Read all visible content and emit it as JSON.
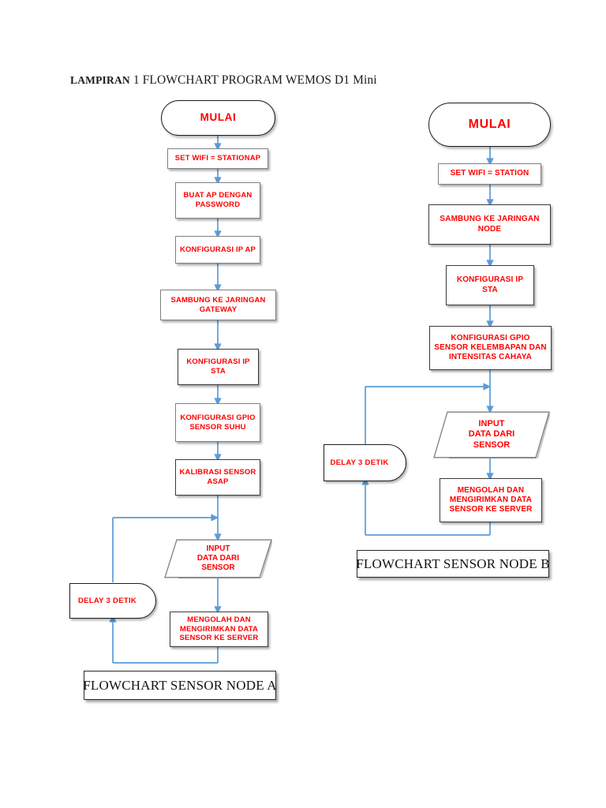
{
  "document": {
    "title_prefix": "LAMPIRAN",
    "title_rest": "1 FLOWCHART PROGRAM WEMOS D1 Mini"
  },
  "colors": {
    "node_text": "#ff0000",
    "connector": "#5b9bd5",
    "node_border_dark": "#1d1d1d",
    "node_border_grey": "#808080",
    "caption_text": "#111111",
    "page_background": "#ffffff"
  },
  "flowchart_a": {
    "caption": "FLOWCHART SENSOR NODE A",
    "nodes": [
      {
        "id": "a-start",
        "shape": "terminator",
        "label": "MULAI"
      },
      {
        "id": "a-setwifi",
        "shape": "process",
        "label": "SET WIFI = STATIONAP"
      },
      {
        "id": "a-buatap",
        "shape": "process",
        "label": "BUAT AP DENGAN PASSWORD"
      },
      {
        "id": "a-ipap",
        "shape": "process",
        "label": "KONFIGURASI IP AP"
      },
      {
        "id": "a-sambung",
        "shape": "process",
        "label": "SAMBUNG KE JARINGAN GATEWAY"
      },
      {
        "id": "a-ipsta",
        "shape": "process",
        "label": "KONFIGURASI IP STA"
      },
      {
        "id": "a-gpio",
        "shape": "process",
        "label": "KONFIGURASI GPIO SENSOR SUHU"
      },
      {
        "id": "a-kalib",
        "shape": "process",
        "label": "KALIBRASI SENSOR ASAP"
      },
      {
        "id": "a-input",
        "shape": "parallelogram",
        "label": "INPUT DATA DARI SENSOR"
      },
      {
        "id": "a-delay",
        "shape": "delay",
        "label": "DELAY 3 DETIK"
      },
      {
        "id": "a-kirim",
        "shape": "process",
        "label": "MENGOLAH DAN MENGIRIMKAN DATA SENSOR KE SERVER"
      }
    ],
    "node_labels": {
      "start": "MULAI",
      "setwifi": "SET WIFI = STATIONAP",
      "buatap_l1": "BUAT AP DENGAN",
      "buatap_l2": "PASSWORD",
      "ipap": "KONFIGURASI IP AP",
      "sambung_l1": "SAMBUNG KE JARINGAN",
      "sambung_l2": "GATEWAY",
      "ipsta_l1": "KONFIGURASI IP",
      "ipsta_l2": "STA",
      "gpio_l1": "KONFIGURASI GPIO",
      "gpio_l2": "SENSOR SUHU",
      "kalib_l1": "KALIBRASI SENSOR",
      "kalib_l2": "ASAP",
      "input_l1": "INPUT",
      "input_l2": "DATA DARI",
      "input_l3": "SENSOR",
      "delay": "DELAY 3 DETIK",
      "kirim_l1": "MENGOLAH DAN",
      "kirim_l2": "MENGIRIMKAN DATA",
      "kirim_l3": "SENSOR KE SERVER"
    }
  },
  "flowchart_b": {
    "caption": "FLOWCHART SENSOR NODE B",
    "nodes": [
      {
        "id": "b-start",
        "shape": "terminator",
        "label": "MULAI"
      },
      {
        "id": "b-setwifi",
        "shape": "process",
        "label": "SET WIFI = STATION"
      },
      {
        "id": "b-sambung",
        "shape": "process",
        "label": "SAMBUNG KE JARINGAN NODE"
      },
      {
        "id": "b-ipsta",
        "shape": "process",
        "label": "KONFIGURASI IP STA"
      },
      {
        "id": "b-gpio",
        "shape": "process",
        "label": "KONFIGURASI GPIO SENSOR KELEMBAPAN DAN INTENSITAS CAHAYA"
      },
      {
        "id": "b-input",
        "shape": "parallelogram",
        "label": "INPUT DATA DARI SENSOR"
      },
      {
        "id": "b-delay",
        "shape": "delay",
        "label": "DELAY 3 DETIK"
      },
      {
        "id": "b-kirim",
        "shape": "process",
        "label": "MENGOLAH DAN MENGIRIMKAN DATA SENSOR KE SERVER"
      }
    ],
    "node_labels": {
      "start": "MULAI",
      "setwifi": "SET WIFI = STATION",
      "sambung_l1": "SAMBUNG KE JARINGAN",
      "sambung_l2": "NODE",
      "ipsta_l1": "KONFIGURASI IP",
      "ipsta_l2": "STA",
      "gpio_l1": "KONFIGURASI GPIO",
      "gpio_l2": "SENSOR KELEMBAPAN DAN",
      "gpio_l3": "INTENSITAS CAHAYA",
      "input_l1": "INPUT",
      "input_l2": "DATA DARI",
      "input_l3": "SENSOR",
      "delay": "DELAY 3 DETIK",
      "kirim_l1": "MENGOLAH DAN",
      "kirim_l2": "MENGIRIMKAN DATA",
      "kirim_l3": "SENSOR KE SERVER"
    }
  }
}
